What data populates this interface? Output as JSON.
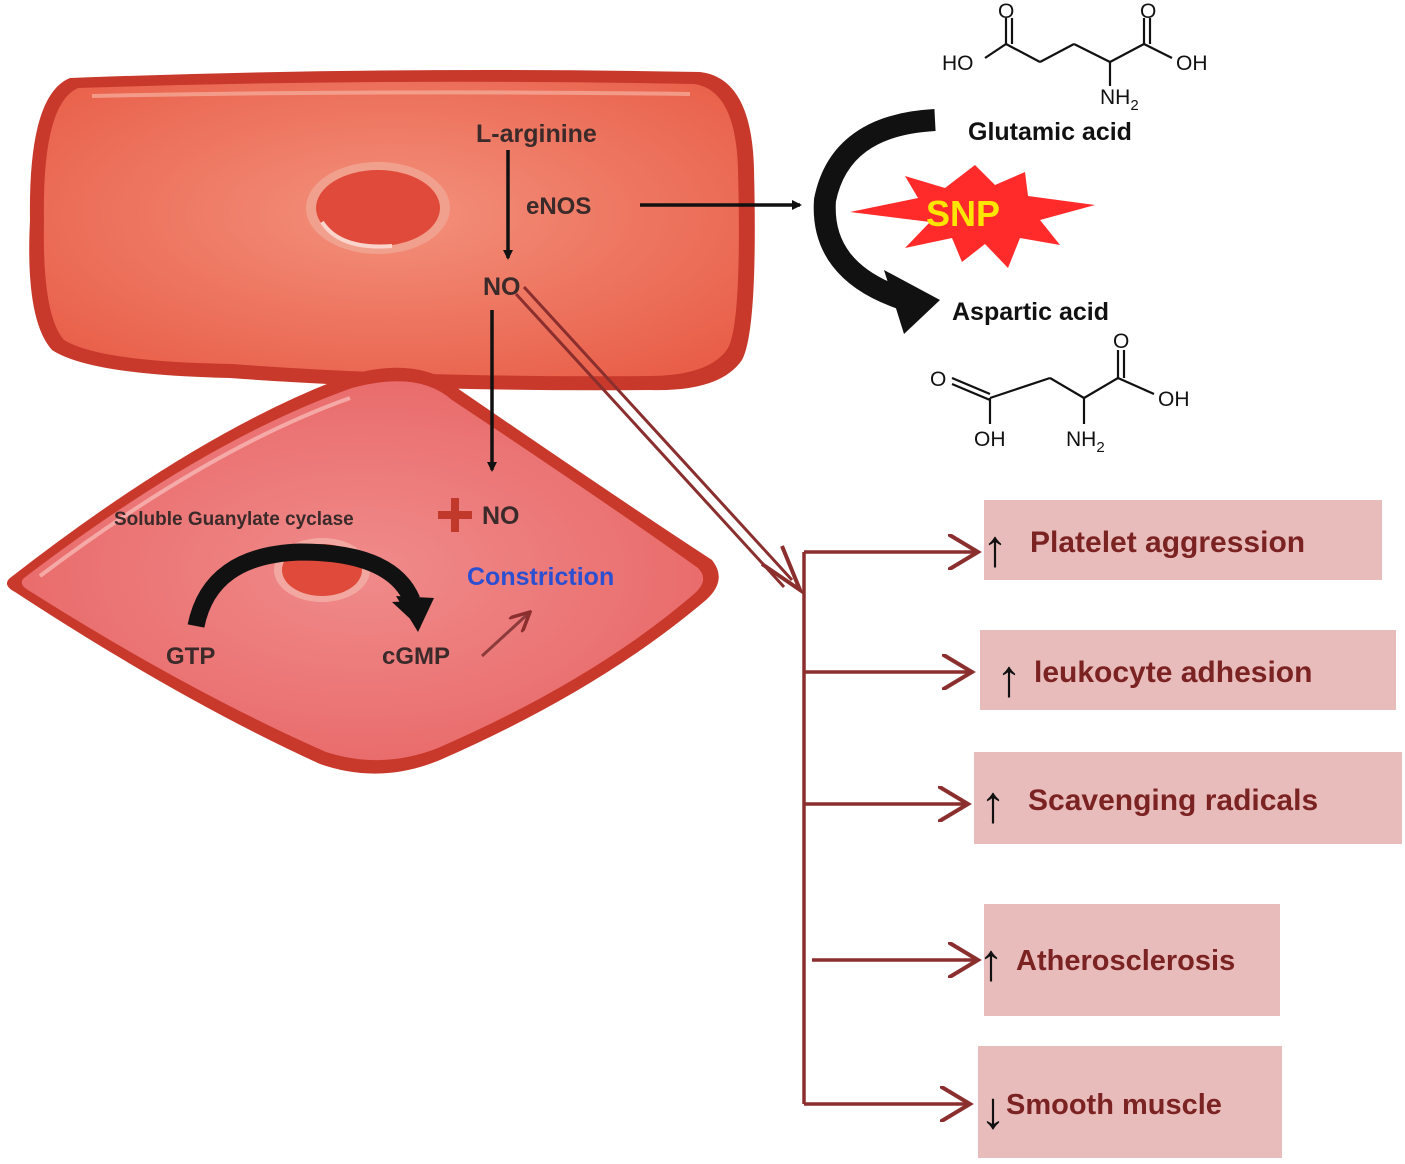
{
  "endothelial_cell": {
    "substrate": "L-arginine",
    "enzyme": "eNOS",
    "product": "NO"
  },
  "smooth_muscle_cell": {
    "enzyme": "Soluble Guanylate cyclase",
    "plus": "+",
    "ligand": "NO",
    "substrate": "GTP",
    "product": "cGMP",
    "effect": "Constriction"
  },
  "snp": {
    "label": "SNP",
    "from_compound": "Glutamic acid",
    "to_compound": "Aspartic acid"
  },
  "structures": {
    "glutamic": {
      "ho": "HO",
      "oh": "OH",
      "o1": "O",
      "o2": "O",
      "nh2": "NH",
      "nh2_sub": "2"
    },
    "aspartic": {
      "o1": "O",
      "o2": "O",
      "oh1": "OH",
      "oh2": "OH",
      "nh2": "NH",
      "nh2_sub": "2"
    }
  },
  "effects": [
    {
      "arrow": "↑",
      "label": "Platelet aggression"
    },
    {
      "arrow": "↑",
      "label": "leukocyte adhesion"
    },
    {
      "arrow": "↑",
      "label": "Scavenging radicals"
    },
    {
      "arrow": "↑",
      "label": "Atherosclerosis"
    },
    {
      "arrow": "↓",
      "label": "Smooth muscle"
    }
  ],
  "colors": {
    "cell_outer": "#c8392b",
    "cell_fill": "#ef7a63",
    "muscle_fill": "#ee8080",
    "nucleus": "#e04a3a",
    "effect_box": "#e9bcbc",
    "effect_text": "#7b2323",
    "branch_arrow": "#8b2e2e",
    "constriction_text": "#2b4fd1",
    "snp_burst": "#ff2a2a",
    "snp_text": "#ffe600"
  }
}
